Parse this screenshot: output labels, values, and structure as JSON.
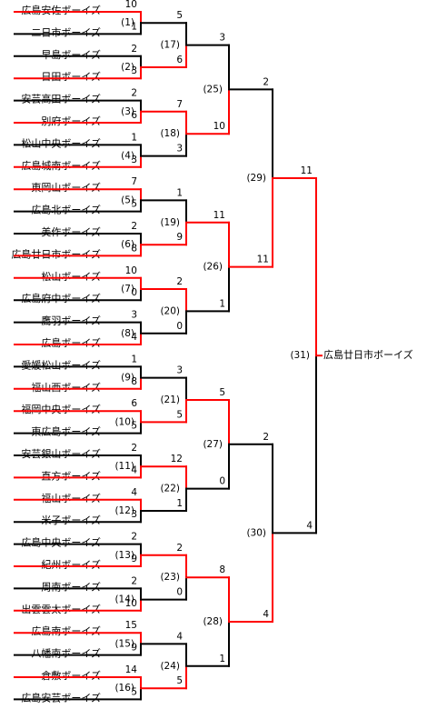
{
  "bracket": {
    "teams": [
      "広島安佐ボーイズ",
      "二日市ボーイズ",
      "早島ボーイズ",
      "日田ボーイズ",
      "安芸高田ボーイズ",
      "別府ボーイズ",
      "松山中央ボーイズ",
      "広島城南ボーイズ",
      "東岡山ボーイズ",
      "広島北ボーイズ",
      "美作ボーイズ",
      "広島廿日市ボーイズ",
      "松山ボーイズ",
      "広島府中ボーイズ",
      "鷹羽ボーイズ",
      "広島ボーイズ",
      "愛媛松山ボーイズ",
      "福山西ボーイズ",
      "福岡中央ボーイズ",
      "東広島ボーイズ",
      "安芸銀山ボーイズ",
      "直方ボーイズ",
      "福山ボーイズ",
      "米子ボーイズ",
      "広島中央ボーイズ",
      "紀州ボーイズ",
      "周南ボーイズ",
      "出雲雲太ボーイズ",
      "広島南ボーイズ",
      "八幡南ボーイズ",
      "倉敷ボーイズ",
      "広島安芸ボーイズ"
    ],
    "matches": [
      {
        "label": "(1)",
        "scores": [
          "10",
          "1"
        ],
        "winner": 0
      },
      {
        "label": "(2)",
        "scores": [
          "2",
          "3"
        ],
        "winner": 1
      },
      {
        "label": "(3)",
        "scores": [
          "2",
          "6"
        ],
        "winner": 1
      },
      {
        "label": "(4)",
        "scores": [
          "1",
          "3"
        ],
        "winner": 1
      },
      {
        "label": "(5)",
        "scores": [
          "7",
          "5"
        ],
        "winner": 0
      },
      {
        "label": "(6)",
        "scores": [
          "2",
          "8"
        ],
        "winner": 1
      },
      {
        "label": "(7)",
        "scores": [
          "10",
          "0"
        ],
        "winner": 0
      },
      {
        "label": "(8)",
        "scores": [
          "3",
          "4"
        ],
        "winner": 1
      },
      {
        "label": "(9)",
        "scores": [
          "1",
          "8"
        ],
        "winner": 1
      },
      {
        "label": "(10)",
        "scores": [
          "6",
          "5"
        ],
        "winner": 0
      },
      {
        "label": "(11)",
        "scores": [
          "2",
          "4"
        ],
        "winner": 1
      },
      {
        "label": "(12)",
        "scores": [
          "4",
          "3"
        ],
        "winner": 0
      },
      {
        "label": "(13)",
        "scores": [
          "2",
          "9"
        ],
        "winner": 1
      },
      {
        "label": "(14)",
        "scores": [
          "2",
          "10"
        ],
        "winner": 1
      },
      {
        "label": "(15)",
        "scores": [
          "15",
          "9"
        ],
        "winner": 0
      },
      {
        "label": "(16)",
        "scores": [
          "14",
          "5"
        ],
        "winner": 0
      },
      {
        "label": "(17)",
        "scores": [
          "5",
          "6"
        ],
        "winner": 1
      },
      {
        "label": "(18)",
        "scores": [
          "7",
          "3"
        ],
        "winner": 0
      },
      {
        "label": "(19)",
        "scores": [
          "1",
          "9"
        ],
        "winner": 1
      },
      {
        "label": "(20)",
        "scores": [
          "2",
          "0"
        ],
        "winner": 0
      },
      {
        "label": "(21)",
        "scores": [
          "3",
          "5"
        ],
        "winner": 1
      },
      {
        "label": "(22)",
        "scores": [
          "12",
          "1"
        ],
        "winner": 0
      },
      {
        "label": "(23)",
        "scores": [
          "2",
          "0"
        ],
        "winner": 0
      },
      {
        "label": "(24)",
        "scores": [
          "4",
          "5"
        ],
        "winner": 1
      },
      {
        "label": "(25)",
        "scores": [
          "3",
          "10"
        ],
        "winner": 1
      },
      {
        "label": "(26)",
        "scores": [
          "11",
          "1"
        ],
        "winner": 0
      },
      {
        "label": "(27)",
        "scores": [
          "5",
          "0"
        ],
        "winner": 0
      },
      {
        "label": "(28)",
        "scores": [
          "8",
          "1"
        ],
        "winner": 0
      },
      {
        "label": "(29)",
        "scores": [
          "2",
          "11"
        ],
        "winner": 1
      },
      {
        "label": "(30)",
        "scores": [
          "2",
          "4"
        ],
        "winner": 1
      },
      {
        "label": "(31)",
        "scores": [
          "11",
          "4"
        ],
        "winner": 0
      }
    ],
    "champion": "広島廿日市ボーイズ",
    "colors": {
      "winner": "#ff0000",
      "loser": "#000000",
      "text": "#000000"
    }
  }
}
